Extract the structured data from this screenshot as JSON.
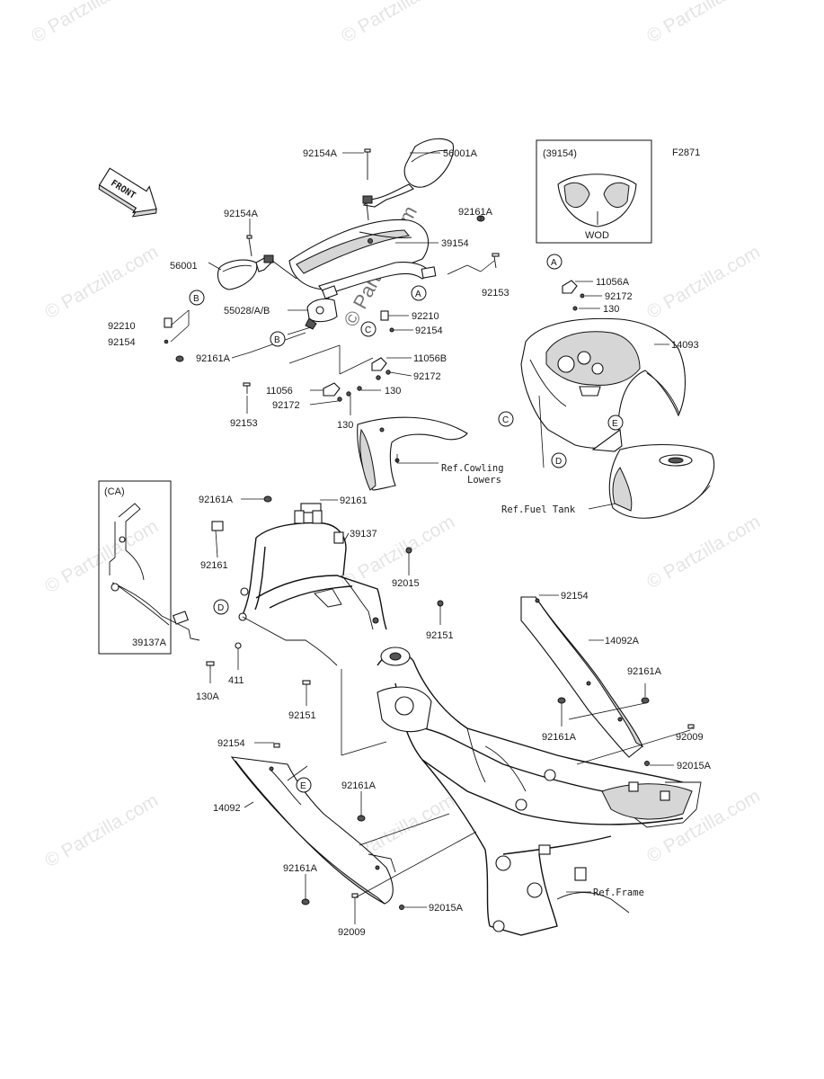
{
  "figure_code": "F2871",
  "front_arrow": "FRONT",
  "watermark_text": "Partzilla.com",
  "watermark_sign": "©",
  "variant_box": {
    "code": "(39154)",
    "note": "WOD"
  },
  "ca_box": {
    "code": "(CA)",
    "part": "39137A"
  },
  "refs": {
    "cowling_line1": "Ref.Cowling",
    "cowling_line2": "Lowers",
    "fuel_tank": "Ref.Fuel Tank",
    "frame": "Ref.Frame"
  },
  "callouts": [
    "A",
    "B",
    "C",
    "D",
    "E"
  ],
  "labels": {
    "p92154A_top": "92154A",
    "p56001A": "56001A",
    "p92154A_left": "92154A",
    "p92161A_top": "92161A",
    "p39154": "39154",
    "p56001": "56001",
    "p92153_right": "92153",
    "p11056A": "11056A",
    "p92172_a": "92172",
    "p130_a": "130",
    "p55028": "55028/A/B",
    "p92210_mid": "92210",
    "p92154_mid": "92154",
    "p92210_left": "92210",
    "p92154_left": "92154",
    "p92161A_left": "92161A",
    "p11056B": "11056B",
    "p92172_b": "92172",
    "p11056": "11056",
    "p130_b": "130",
    "p92172_c": "92172",
    "p130_c": "130",
    "p92153_left": "92153",
    "p14093": "14093",
    "p92161A_frame": "92161A",
    "p92161": "92161",
    "p39137": "39137",
    "p92161_left": "92161",
    "p92015": "92015",
    "p92151_right": "92151",
    "p411": "411",
    "p130A": "130A",
    "p92151_bottom": "92151",
    "p92154_r": "92154",
    "p14092A": "14092A",
    "p92161A_r1": "92161A",
    "p92161A_r2": "92161A",
    "p92009_r": "92009",
    "p92015A_r": "92015A",
    "p92154_b": "92154",
    "p14092": "14092",
    "p92161A_b1": "92161A",
    "p92161A_b2": "92161A",
    "p92015A_b": "92015A",
    "p92009_b": "92009"
  }
}
